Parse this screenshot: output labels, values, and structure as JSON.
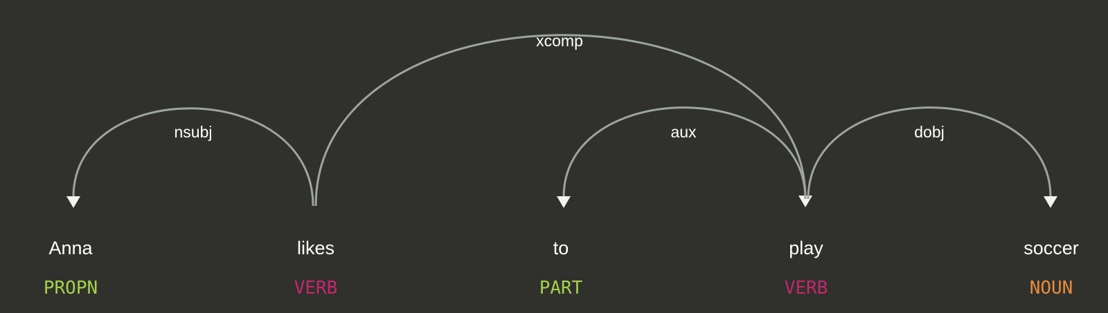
{
  "tokens": [
    {
      "text": "Anna",
      "tag": "PROPN",
      "tag_color": "#a5d14b"
    },
    {
      "text": "likes",
      "tag": "VERB",
      "tag_color": "#c4276f"
    },
    {
      "text": "to",
      "tag": "PART",
      "tag_color": "#a5d14b"
    },
    {
      "text": "play",
      "tag": "VERB",
      "tag_color": "#c4276f"
    },
    {
      "text": "soccer",
      "tag": "NOUN",
      "tag_color": "#ea8c3c"
    }
  ],
  "arcs": [
    {
      "label": "nsubj",
      "head": 1,
      "dep": 0
    },
    {
      "label": "xcomp",
      "head": 1,
      "dep": 3
    },
    {
      "label": "aux",
      "head": 3,
      "dep": 2
    },
    {
      "label": "dobj",
      "head": 3,
      "dep": 4
    }
  ],
  "colors": {
    "background": "#30312c",
    "arc": "#9da59e",
    "arrowhead": "#f3f3f3",
    "text": "#ffffff"
  }
}
